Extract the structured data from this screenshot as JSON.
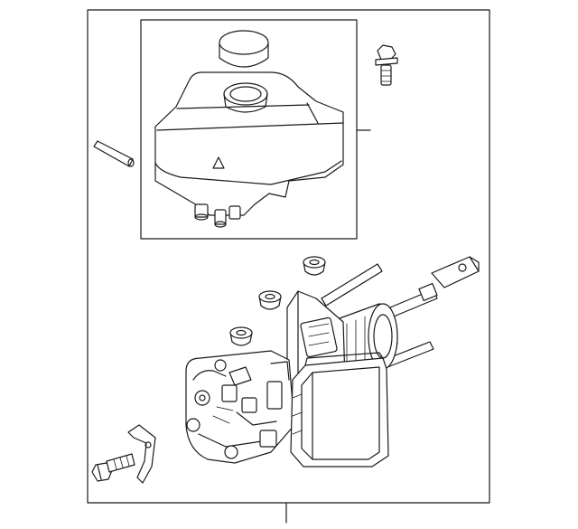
{
  "colors": {
    "line": "#1a1a1a",
    "background": "#ffffff"
  },
  "parts": [
    "outer-frame",
    "reservoir-subassembly-box",
    "reservoir-cap",
    "reservoir-tank",
    "reservoir-bolt",
    "reservoir-pin",
    "grommet-1",
    "grommet-2",
    "grommet-3",
    "brake-booster-unit",
    "control-module",
    "mounting-bracket",
    "mounting-bolt"
  ]
}
